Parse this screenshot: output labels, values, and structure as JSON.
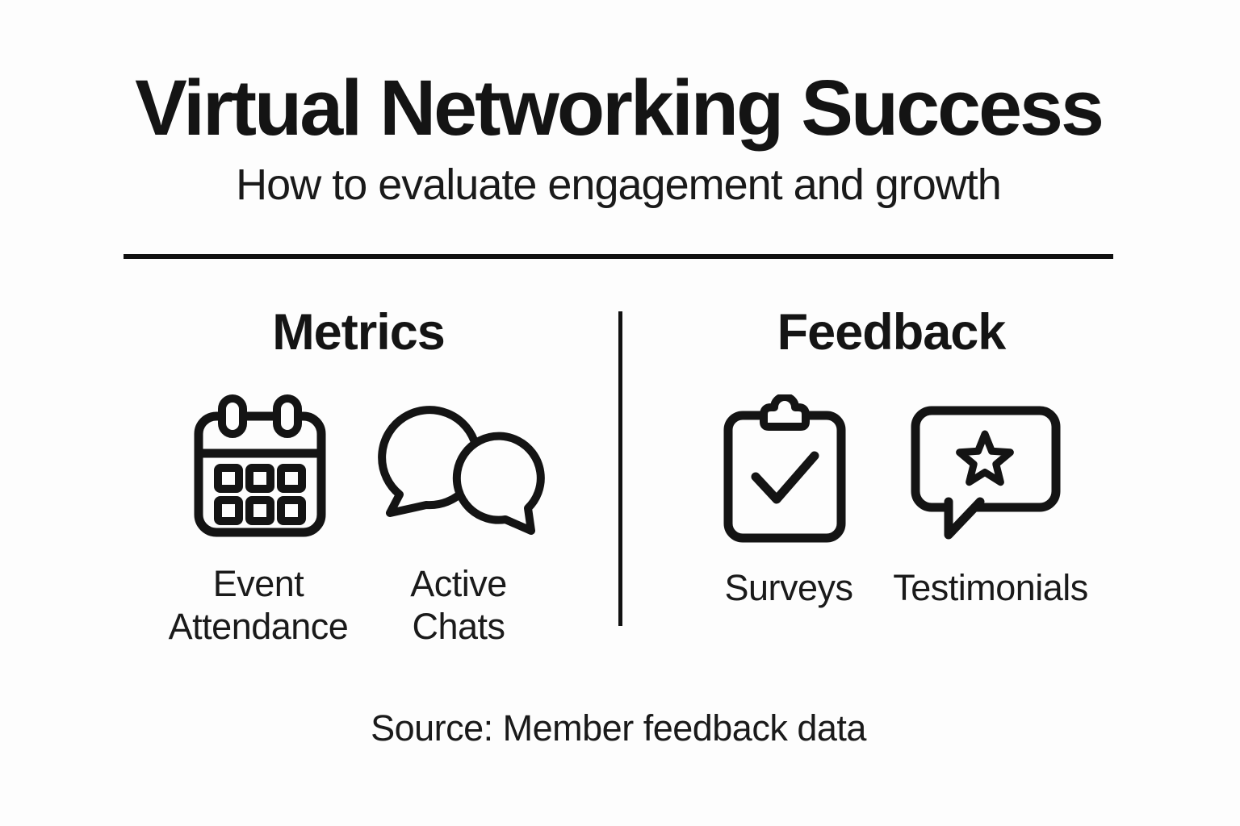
{
  "page": {
    "background_color": "#fdfdfd",
    "ink_color": "#141414"
  },
  "header": {
    "title": "Virtual Networking Success",
    "subtitle": "How to evaluate engagement and growth"
  },
  "columns": [
    {
      "heading": "Metrics",
      "items": [
        {
          "icon": "calendar-icon",
          "label": "Event Attendance"
        },
        {
          "icon": "chat-bubbles-icon",
          "label": "Active Chats"
        }
      ]
    },
    {
      "heading": "Feedback",
      "items": [
        {
          "icon": "clipboard-check-icon",
          "label": "Surveys"
        },
        {
          "icon": "speech-bubble-star-icon",
          "label": "Testimonials"
        }
      ]
    }
  ],
  "footer": {
    "source": "Source: Member feedback data"
  }
}
